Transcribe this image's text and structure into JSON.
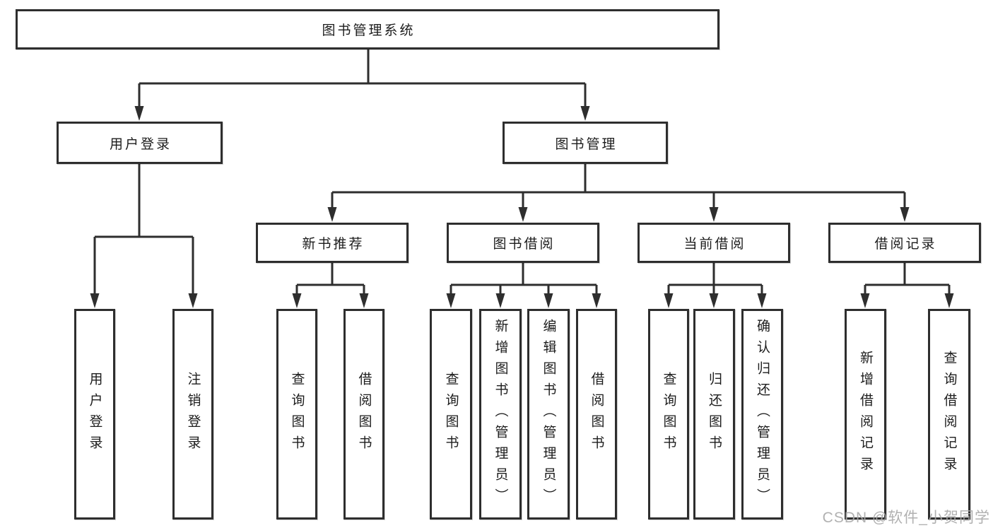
{
  "diagram": {
    "nodes": {
      "root": {
        "label": "图书管理系统"
      },
      "user_login": {
        "label": "用户登录"
      },
      "book_mgmt": {
        "label": "图书管理"
      },
      "new_book_rec": {
        "label": "新书推荐"
      },
      "book_borrow": {
        "label": "图书借阅"
      },
      "current_borrow": {
        "label": "当前借阅"
      },
      "borrow_record": {
        "label": "借阅记录"
      },
      "leaf_user_login": {
        "label": "用户登录"
      },
      "leaf_logout": {
        "label": "注销登录"
      },
      "leaf_rec_query": {
        "label": "查询图书"
      },
      "leaf_rec_borrow": {
        "label": "借阅图书"
      },
      "leaf_bb_query": {
        "label": "查询图书"
      },
      "leaf_bb_add": {
        "label": "新增图书（管理员）"
      },
      "leaf_bb_edit": {
        "label": "编辑图书（管理员）"
      },
      "leaf_bb_borrow": {
        "label": "借阅图书"
      },
      "leaf_cb_query": {
        "label": "查询图书"
      },
      "leaf_cb_return": {
        "label": "归还图书"
      },
      "leaf_cb_confirm": {
        "label": "确认归还（管理员）"
      },
      "leaf_br_add": {
        "label": "新增借阅记录"
      },
      "leaf_br_query": {
        "label": "查询借阅记录"
      }
    },
    "hierarchy": [
      {
        "parent": "图书管理系统",
        "children": [
          "用户登录",
          "图书管理"
        ]
      },
      {
        "parent": "用户登录",
        "children": [
          "用户登录",
          "注销登录"
        ]
      },
      {
        "parent": "图书管理",
        "children": [
          "新书推荐",
          "图书借阅",
          "当前借阅",
          "借阅记录"
        ]
      },
      {
        "parent": "新书推荐",
        "children": [
          "查询图书",
          "借阅图书"
        ]
      },
      {
        "parent": "图书借阅",
        "children": [
          "查询图书",
          "新增图书（管理员）",
          "编辑图书（管理员）",
          "借阅图书"
        ]
      },
      {
        "parent": "当前借阅",
        "children": [
          "查询图书",
          "归还图书",
          "确认归还（管理员）"
        ]
      },
      {
        "parent": "借阅记录",
        "children": [
          "新增借阅记录",
          "查询借阅记录"
        ]
      }
    ],
    "colors": {
      "line": "#2e2e2e",
      "text": "#1c1c1c",
      "box_background": "#ffffff",
      "watermark": "#a9a9a9"
    },
    "watermark": "CSDN @软件_小贺同学"
  }
}
